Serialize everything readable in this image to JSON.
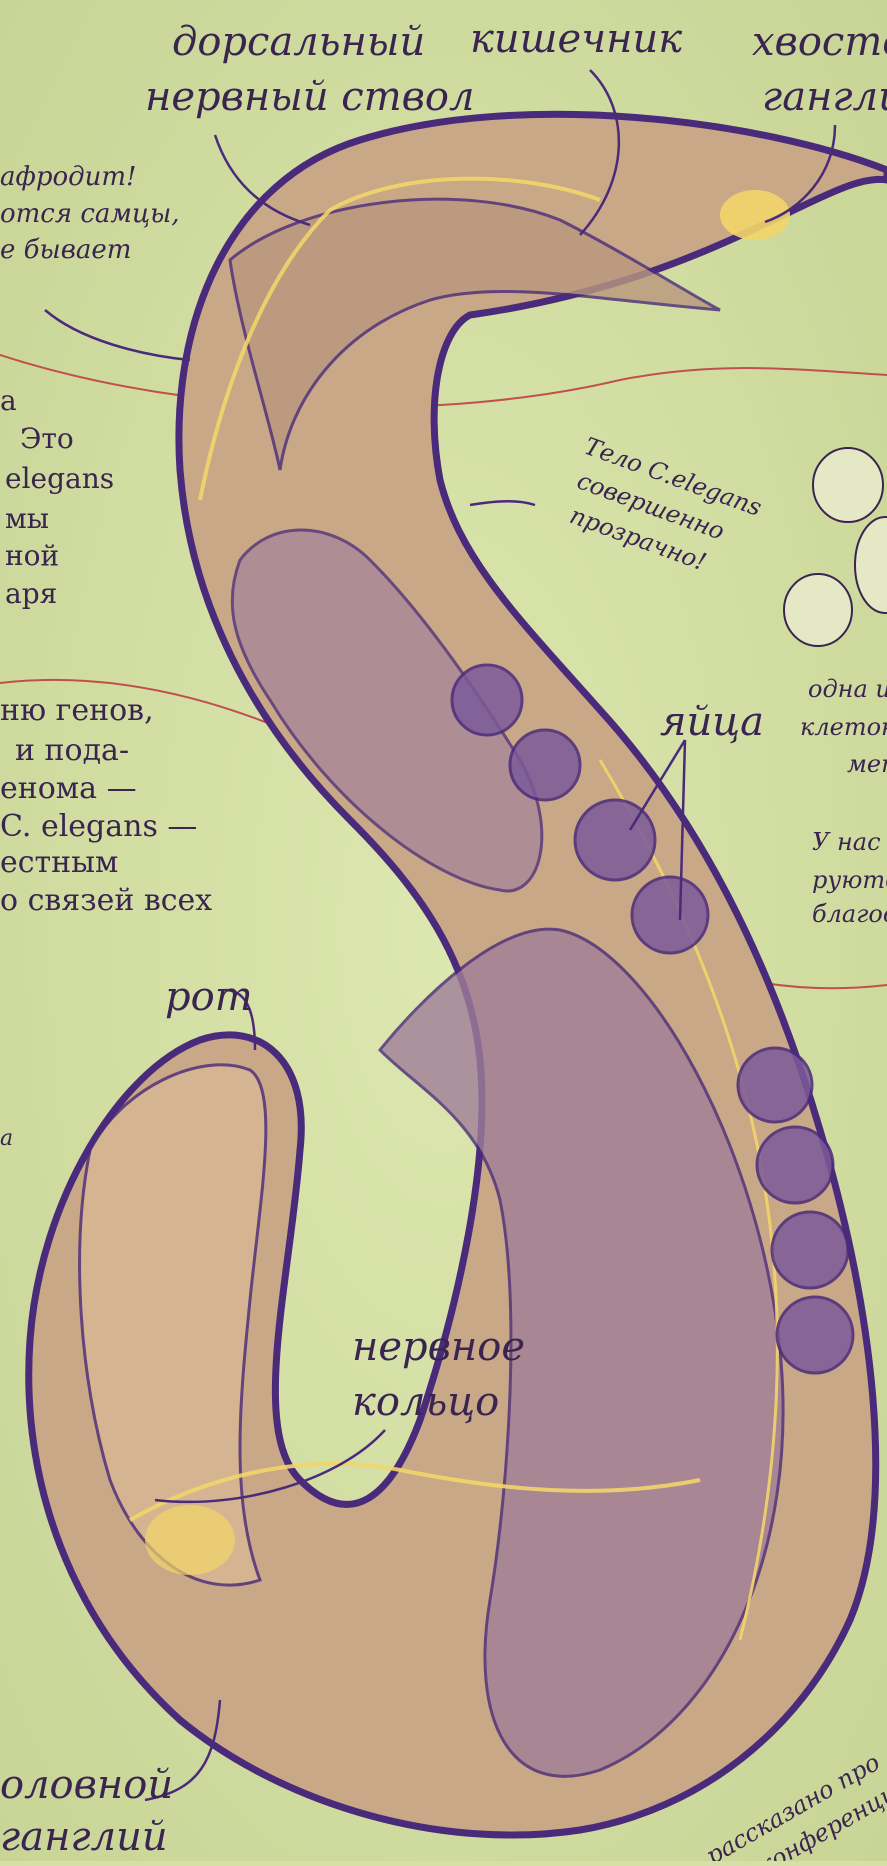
{
  "colors": {
    "background": "#d6e0a6",
    "outline": "#4a2a7a",
    "body_fill": "#c9a887",
    "inner_fill": "#a5859a",
    "gut_fill": "#a07e98",
    "nerve_yellow": "#f2d56a",
    "egg_fill": "#7c5a9a",
    "red_line": "#c0504d",
    "text": "#3a2450"
  },
  "labels": {
    "dorsal_nerve": [
      "дорсальный",
      "нервный ствол"
    ],
    "intestine": "кишечник",
    "tail_ganglion": [
      "хвостово",
      "ганглии"
    ],
    "transparent": [
      "Тело C.elegans",
      "совершенно",
      "прозрачно!"
    ],
    "eggs": "яйца",
    "mouth": "рот",
    "nerve_ring": [
      "нервное",
      "кольцо"
    ],
    "head_ganglion": [
      "оловной",
      "ганглий"
    ],
    "bottom_note": [
      "рассказано про",
      "конференцию"
    ]
  },
  "left_text": {
    "hermaphrodite": [
      "афродит!",
      "отся самцы,",
      "е бывает"
    ],
    "block1": [
      "а",
      "Это",
      "elegans",
      "мы",
      "ной",
      "аря"
    ],
    "block2": [
      "ню генов,",
      "и пода-",
      "енома —",
      "C. elegans —",
      "естным",
      "о связей всех"
    ],
    "stray": "а"
  },
  "right_text": {
    "cells": [
      "одна и",
      "клеток",
      "мет"
    ],
    "note": [
      "У нас",
      "руются",
      "благода"
    ]
  }
}
